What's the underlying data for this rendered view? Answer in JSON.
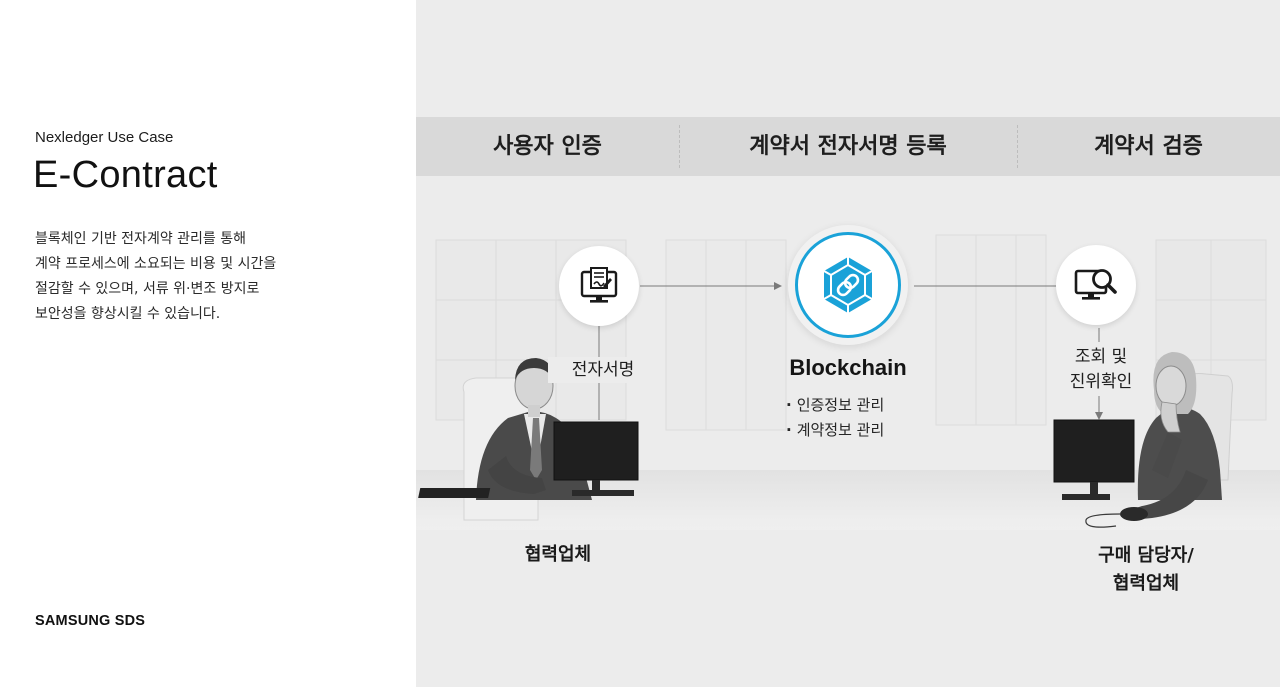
{
  "left": {
    "subtitle": "Nexledger Use Case",
    "title": "E-Contract",
    "description": [
      "블록체인 기반 전자계약 관리를 통해",
      "계약 프로세스에 소요되는 비용 및 시간을",
      "절감할 수 있으며, 서류 위·변조 방지로",
      "보안성을 향상시킬 수 있습니다."
    ],
    "logo": "SAMSUNG SDS"
  },
  "diagram": {
    "steps": [
      "사용자 인증",
      "계약서 전자서명 등록",
      "계약서 검증"
    ],
    "sign_label": "전자서명",
    "verify_label": [
      "조회 및",
      "진위확인"
    ],
    "blockchain_title": "Blockchain",
    "blockchain_items": [
      "인증정보 관리",
      "계약정보 관리"
    ],
    "bullet": "·",
    "party_left": "협력업체",
    "party_right": [
      "구매 담당자/",
      "협력업체"
    ],
    "icons": {
      "sign": "document-sign-monitor-icon",
      "blockchain": "blockchain-cube-link-icon",
      "verify": "monitor-search-icon"
    },
    "colors": {
      "accent": "#1aa2d8",
      "band": "#d9d9d9",
      "background": "#ececec"
    }
  }
}
